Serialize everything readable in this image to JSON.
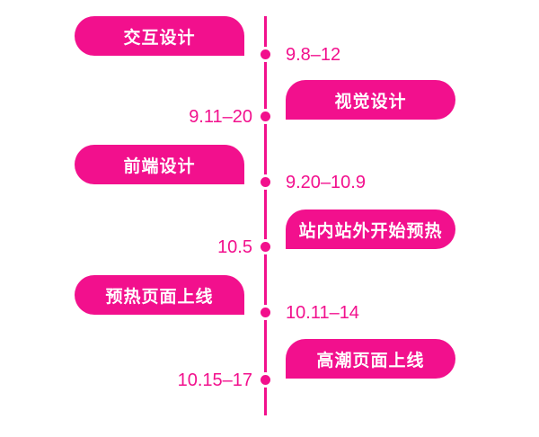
{
  "page": {
    "background_color": "#ffffff",
    "accent_color": "#F2108D",
    "pill_text_color": "#ffffff"
  },
  "timeline": {
    "axis": {
      "orientation": "vertical"
    },
    "items": [
      {
        "label": "交互设计",
        "side": "left",
        "date": "9.8–12",
        "date_side": "right"
      },
      {
        "label": "视觉设计",
        "side": "right",
        "date": "9.11–20",
        "date_side": "left"
      },
      {
        "label": "前端设计",
        "side": "left",
        "date": "9.20–10.9",
        "date_side": "right"
      },
      {
        "label": "站内站外开始预热",
        "side": "right",
        "date": "10.5",
        "date_side": "left"
      },
      {
        "label": "预热页面上线",
        "side": "left",
        "date": "10.11–14",
        "date_side": "right"
      },
      {
        "label": "高潮页面上线",
        "side": "right",
        "date": "10.15–17",
        "date_side": "left"
      }
    ]
  }
}
